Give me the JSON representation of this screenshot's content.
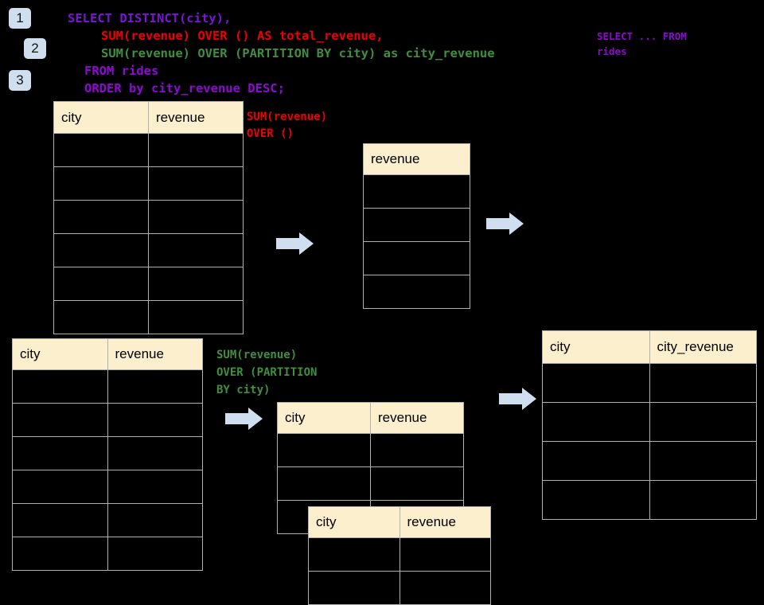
{
  "background_color": "#000000",
  "badges": [
    {
      "label": "1",
      "name": "step-badge-1"
    },
    {
      "label": "2",
      "name": "step-badge-2"
    },
    {
      "label": "3",
      "name": "step-badge-3"
    }
  ],
  "sql": {
    "line1": "SELECT DISTINCT(city),",
    "line2": "SUM(revenue) OVER () AS total_revenue,",
    "line3": "SUM(revenue) OVER (PARTITION BY city) as city_revenue",
    "line4": "FROM rides",
    "line5": "ORDER by city_revenue DESC;",
    "side_note": "SELECT ... FROM\nrides",
    "colors": {
      "select_distinct": "#7b14d6",
      "sum_over_empty": "#ee0000",
      "sum_over_partition": "#3f8f3f",
      "from_order": "#8e09d4",
      "side_note": "#8e09d4"
    }
  },
  "annotations": {
    "over_empty": "SUM(revenue)\nOVER ()",
    "over_partition": "SUM(revenue)\nOVER (PARTITION\nBY city)"
  },
  "tables": {
    "source_top": {
      "name": "source-table-top",
      "headers": [
        "city",
        "revenue"
      ],
      "row_count": 6,
      "rows": [
        [
          "",
          ""
        ],
        [
          "",
          ""
        ],
        [
          "",
          ""
        ],
        [
          "",
          ""
        ],
        [
          "",
          ""
        ],
        [
          "",
          ""
        ]
      ]
    },
    "total_revenue": {
      "name": "total-revenue-table",
      "headers": [
        "revenue"
      ],
      "row_count": 4,
      "rows": [
        [
          ""
        ],
        [
          ""
        ],
        [
          ""
        ],
        [
          ""
        ]
      ]
    },
    "source_bottom": {
      "name": "source-table-bottom",
      "headers": [
        "city",
        "revenue"
      ],
      "row_count": 6,
      "rows": [
        [
          "",
          ""
        ],
        [
          "",
          ""
        ],
        [
          "",
          ""
        ],
        [
          "",
          ""
        ],
        [
          "",
          ""
        ],
        [
          "",
          ""
        ]
      ]
    },
    "partition_back": {
      "name": "partition-table-back",
      "headers": [
        "city",
        "revenue"
      ],
      "row_count": 3,
      "rows": [
        [
          "",
          ""
        ],
        [
          "",
          ""
        ],
        [
          "",
          ""
        ]
      ]
    },
    "partition_front": {
      "name": "partition-table-front",
      "headers": [
        "city",
        "revenue"
      ],
      "row_count": 2,
      "rows": [
        [
          "",
          ""
        ],
        [
          "",
          ""
        ]
      ]
    },
    "result": {
      "name": "result-table",
      "headers": [
        "city",
        "city_revenue"
      ],
      "row_count": 4,
      "rows": [
        [
          "",
          ""
        ],
        [
          "",
          ""
        ],
        [
          "",
          ""
        ],
        [
          "",
          ""
        ]
      ]
    }
  },
  "arrows": [
    {
      "name": "flow-arrow-1"
    },
    {
      "name": "flow-arrow-2"
    },
    {
      "name": "flow-arrow-3"
    },
    {
      "name": "flow-arrow-4"
    }
  ],
  "colors": {
    "table_header_bg": "#fcefcd",
    "table_border": "#b0b0b0",
    "badge_bg": "#cfdfef",
    "arrow_fill": "#cfdfef"
  }
}
